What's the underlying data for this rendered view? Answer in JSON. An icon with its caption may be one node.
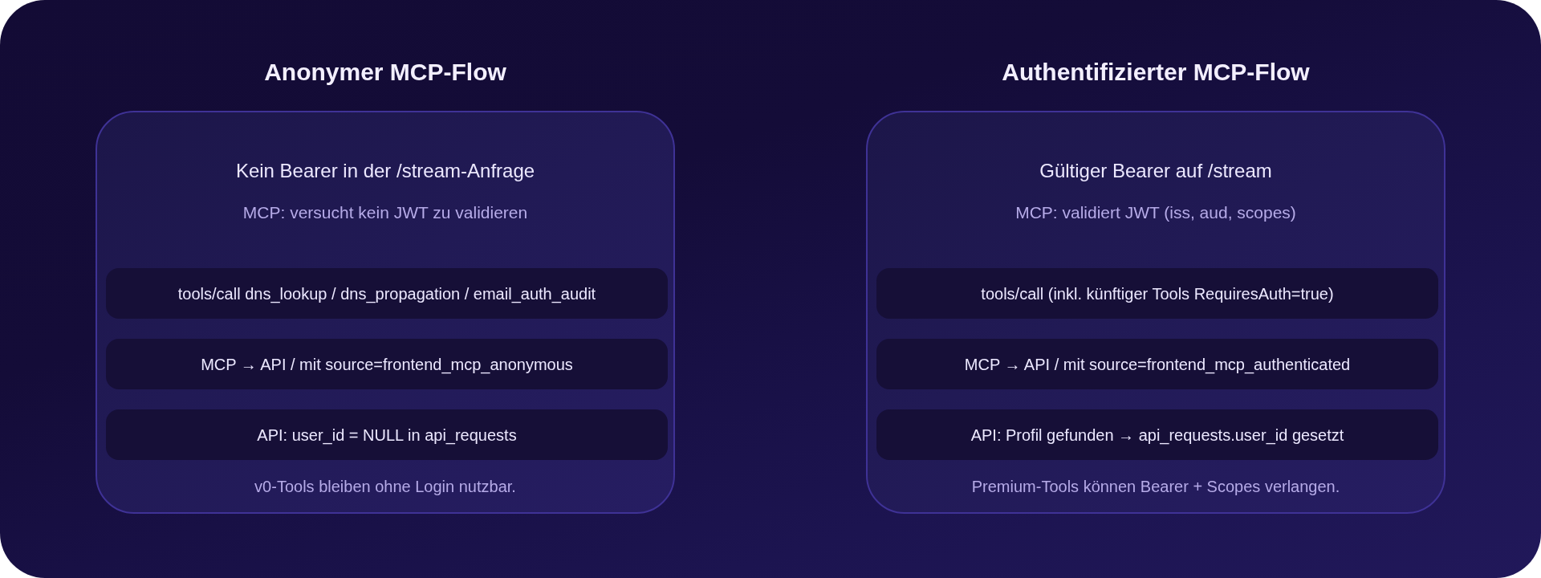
{
  "diagram": {
    "nodes": [
      {
        "text": [
          "Anonymer MCP-Flow",
          "Kein Bearer in der /stream-Anfrage",
          "MCP: versucht kein JWT zu validieren",
          "v0-Tools bleiben ohne Login nutzbar."
        ]
      },
      {
        "text": [
          "tools/call dns_lookup / dns_propagation / email_auth_audit"
        ],
        "in": 0
      },
      {
        "text": [
          "MCP → API / mit source=frontend_mcp_anonymous"
        ],
        "in": 0
      },
      {
        "text": [
          "API: user_id = NULL in api_requests"
        ],
        "in": 0
      },
      {
        "text": [
          "Authentifizierter MCP-Flow",
          "Gültiger Bearer auf /stream",
          "MCP: validiert JWT (iss, aud, scopes)",
          "Premium-Tools können Bearer + Scopes verlangen."
        ]
      },
      {
        "text": [
          "tools/call (inkl. künftiger Tools RequiresAuth=true)"
        ],
        "in": 4
      },
      {
        "text": [
          "MCP → API / mit source=frontend_mcp_authenticated"
        ],
        "in": 4
      },
      {
        "text": [
          "API: Profil gefunden → api_requests.user_id gesetzt"
        ],
        "in": 4
      }
    ]
  }
}
